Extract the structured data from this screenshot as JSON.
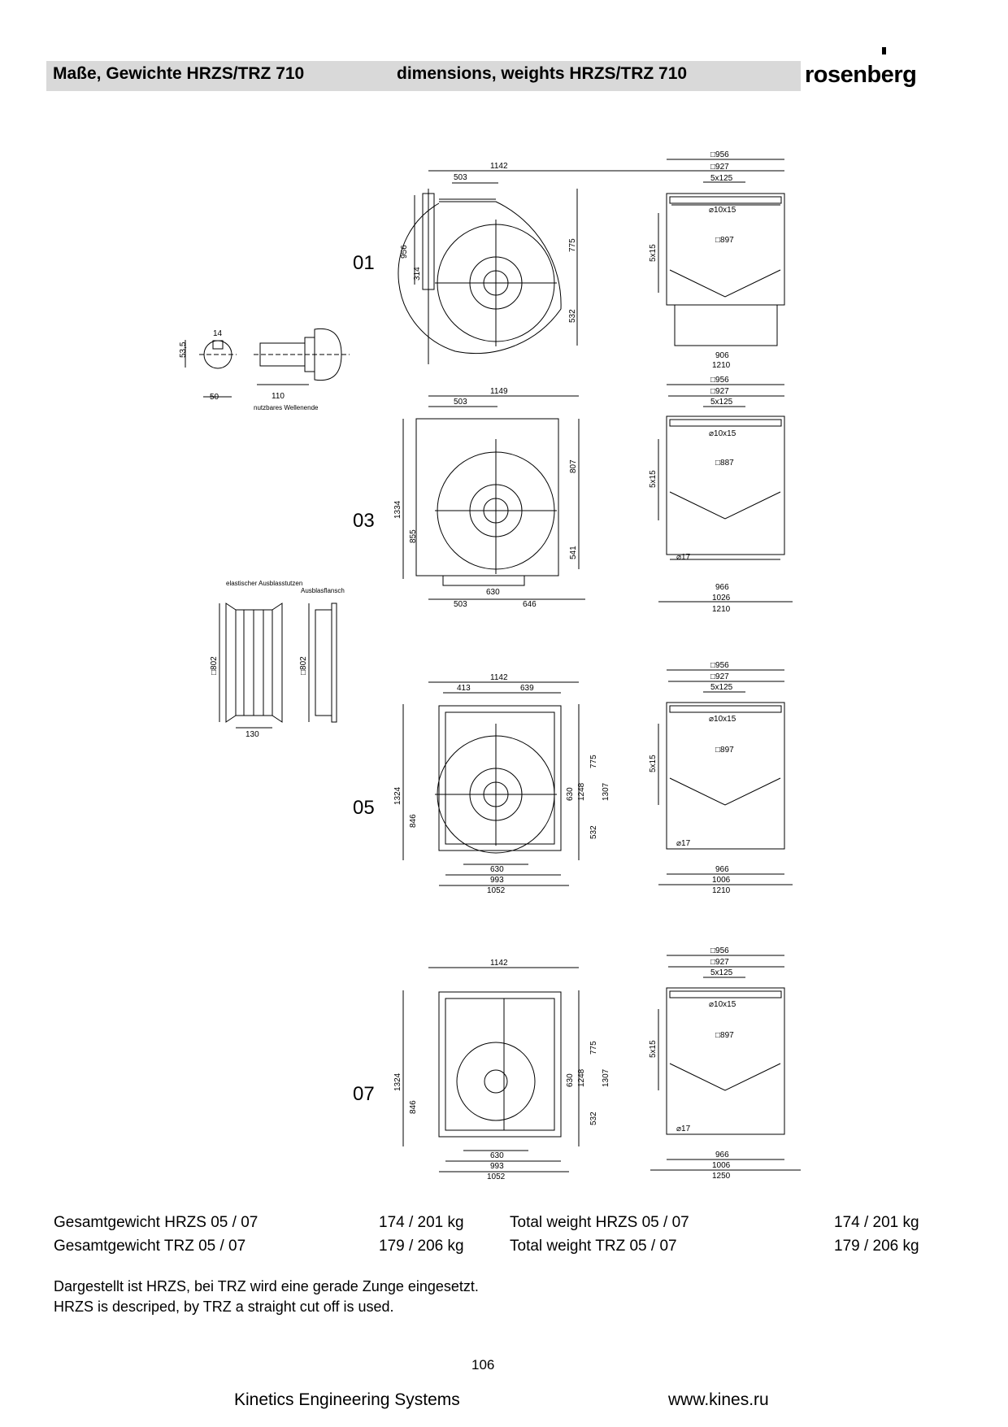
{
  "header": {
    "title_de": "Maße, Gewichte HRZS/TRZ  710",
    "title_en": "dimensions, weights HRZS/TRZ  710",
    "logo": "rosenberg"
  },
  "variants": [
    "01",
    "03",
    "05",
    "07"
  ],
  "drawing_labels": {
    "shaft": [
      "14",
      "53,5",
      "50",
      "110",
      "nutzbares Wellenende"
    ],
    "flex": [
      "elastischer Ausblasstutzen",
      "Ausblasflansch",
      "□802",
      "□802",
      "130"
    ],
    "v01_front": [
      "1142",
      "503",
      "956",
      "314",
      "775",
      "532"
    ],
    "v03_front": [
      "1149",
      "503",
      "1334",
      "855",
      "807",
      "541",
      "630",
      "503",
      "646"
    ],
    "v05_front": [
      "1142",
      "413",
      "639",
      "1324",
      "846",
      "775",
      "532",
      "630",
      "1248",
      "1307",
      "630",
      "993",
      "1052"
    ],
    "v07_front": [
      "1142",
      "1324",
      "846",
      "775",
      "532",
      "630",
      "1248",
      "1307",
      "630",
      "993",
      "1052"
    ],
    "v01_side": [
      "□956",
      "□927",
      "5x125",
      "⌀10x15",
      "5x15",
      "□897",
      "906",
      "1210"
    ],
    "v03_side": [
      "□956",
      "□927",
      "5x125",
      "⌀10x15",
      "5x15",
      "□887",
      "⌀17",
      "966",
      "1026",
      "1210"
    ],
    "v05_side": [
      "□956",
      "□927",
      "5x125",
      "⌀10x15",
      "5x15",
      "□897",
      "⌀17",
      "966",
      "1006",
      "1210"
    ],
    "v07_side": [
      "□956",
      "□927",
      "5x125",
      "⌀10x15",
      "5x15",
      "□897",
      "⌀17",
      "966",
      "1006",
      "1250"
    ]
  },
  "weights": [
    {
      "label_de": "Gesamtgewicht HRZS 05 / 07",
      "value_de": "174 / 201 kg",
      "label_en": "Total weight HRZS 05 / 07",
      "value_en": "174 / 201 kg"
    },
    {
      "label_de": "Gesamtgewicht TRZ 05 / 07",
      "value_de": "179 / 206 kg",
      "label_en": "Total weight TRZ 05 / 07",
      "value_en": "179 / 206 kg"
    }
  ],
  "notes": [
    "Dargestellt ist HRZS, bei TRZ wird eine gerade Zunge eingesetzt.",
    "HRZS is descriped, by TRZ a straight cut off is used."
  ],
  "page_number": "106",
  "footer": {
    "company": "Kinetics Engineering Systems",
    "website": "www.kines.ru"
  }
}
